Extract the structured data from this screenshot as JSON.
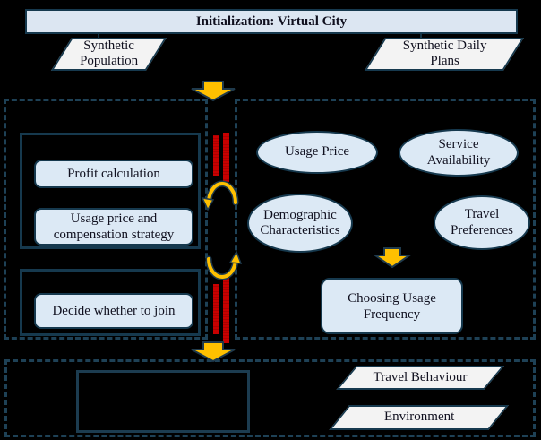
{
  "colors": {
    "background": "#000000",
    "shape_fill": "#DCE9F5",
    "title_fill": "#DCE6F2",
    "io_fill": "#F3F3F3",
    "border": "#16394E",
    "dashed_border": "#1E4156",
    "arrow": "#FFC000",
    "marker_red": "#C80000"
  },
  "header": {
    "title": "Initialization: Virtual City",
    "inputs": [
      {
        "label": "Synthetic Population"
      },
      {
        "label": "Synthetic Daily Plans"
      }
    ]
  },
  "left_panel": {
    "strategy_group": [
      {
        "label": "Profit calculation"
      },
      {
        "label": "Usage price and compensation strategy"
      }
    ],
    "join_group": [
      {
        "label": "Decide whether to join"
      }
    ]
  },
  "right_panel": {
    "factors": [
      {
        "label": "Usage Price"
      },
      {
        "label": "Service Availability"
      },
      {
        "label": "Demographic Characteristics"
      },
      {
        "label": "Travel Preferences"
      }
    ],
    "outcome": {
      "label": "Choosing Usage Frequency"
    }
  },
  "outputs": [
    {
      "label": "Travel Behaviour"
    },
    {
      "label": "Environment"
    }
  ]
}
